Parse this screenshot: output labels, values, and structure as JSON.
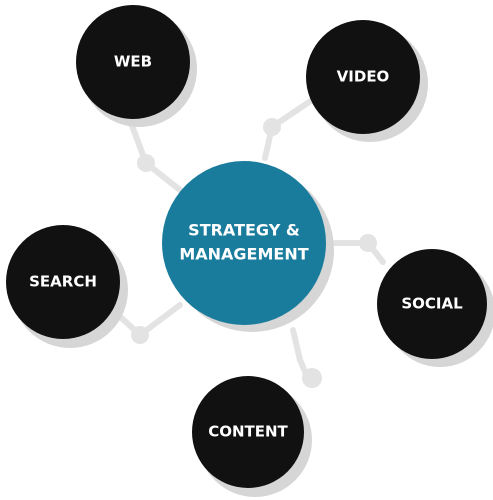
{
  "hub": {
    "line1": "STRATEGY &",
    "line2": "MANAGEMENT",
    "color": "#1a7c9d"
  },
  "nodes": {
    "web": "WEB",
    "video": "VIDEO",
    "search": "SEARCH",
    "social": "SOCIAL",
    "content": "CONTENT"
  },
  "colors": {
    "node_fill": "#111111",
    "shadow": "#d6d6d6",
    "connector": "#e0e0e0"
  }
}
